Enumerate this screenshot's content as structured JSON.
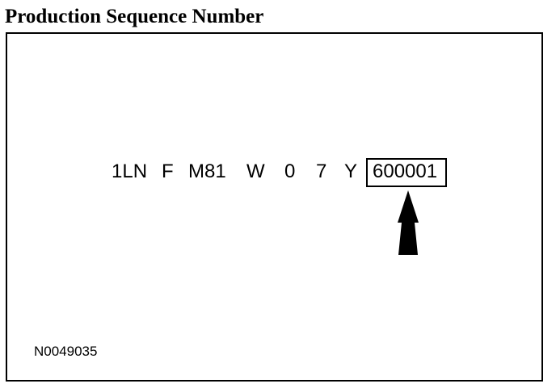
{
  "title": "Production Sequence Number",
  "vin": {
    "wmi": "1LN",
    "restraint": "F",
    "line_series_body": "M81",
    "engine": "W",
    "check_digit": "0",
    "model_year": "7",
    "plant": "Y",
    "sequence_number": "600001"
  },
  "arrow_icon": "up-arrow-icon",
  "reference_code": "N0049035",
  "colors": {
    "line": "#000000",
    "background": "#ffffff"
  }
}
